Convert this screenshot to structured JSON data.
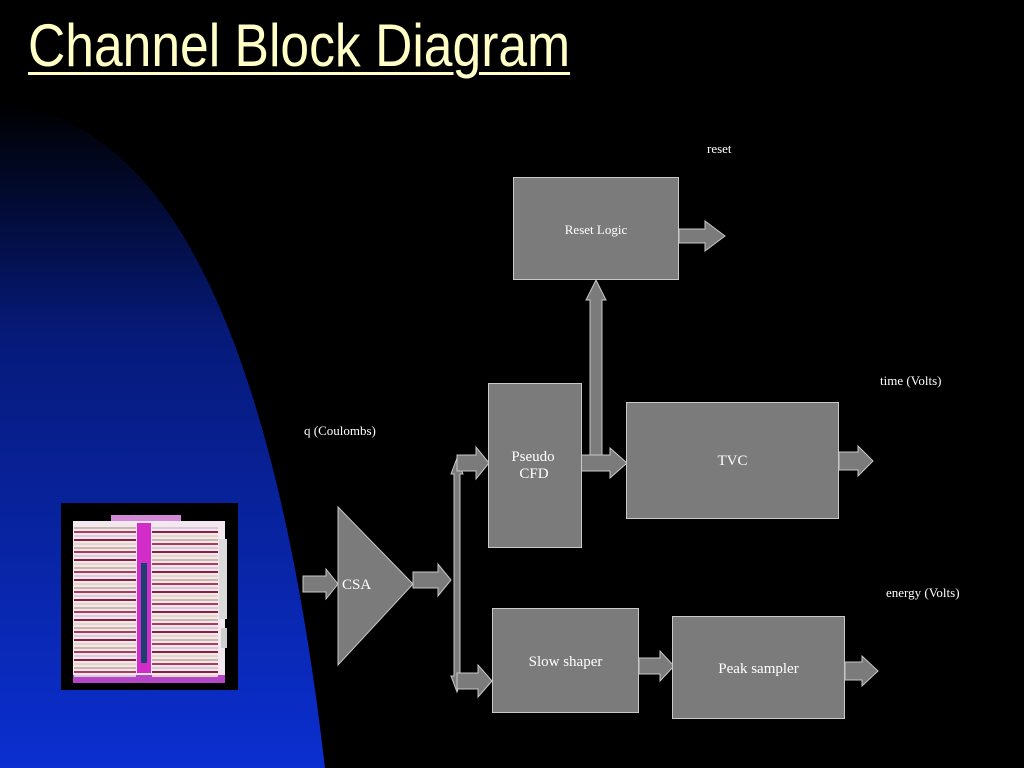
{
  "slide": {
    "title": "Channel Block Diagram"
  },
  "diagram": {
    "input_label": "q (Coulombs)",
    "blocks": {
      "csa": "CSA",
      "pseudo_cfd_line1": "Pseudo",
      "pseudo_cfd_line2": "CFD",
      "reset_logic": "Reset Logic",
      "tvc": "TVC",
      "slow_shaper": "Slow shaper",
      "peak_sampler": "Peak sampler"
    },
    "outputs": {
      "reset": "reset",
      "time": "time (Volts)",
      "energy": "energy (Volts)"
    }
  },
  "colors": {
    "background": "#000000",
    "title": "#ffffc6",
    "block_fill": "#7b7b7b",
    "gradient_blue": "#0b2fd0"
  },
  "image": {
    "name": "chip-layout-photo"
  }
}
